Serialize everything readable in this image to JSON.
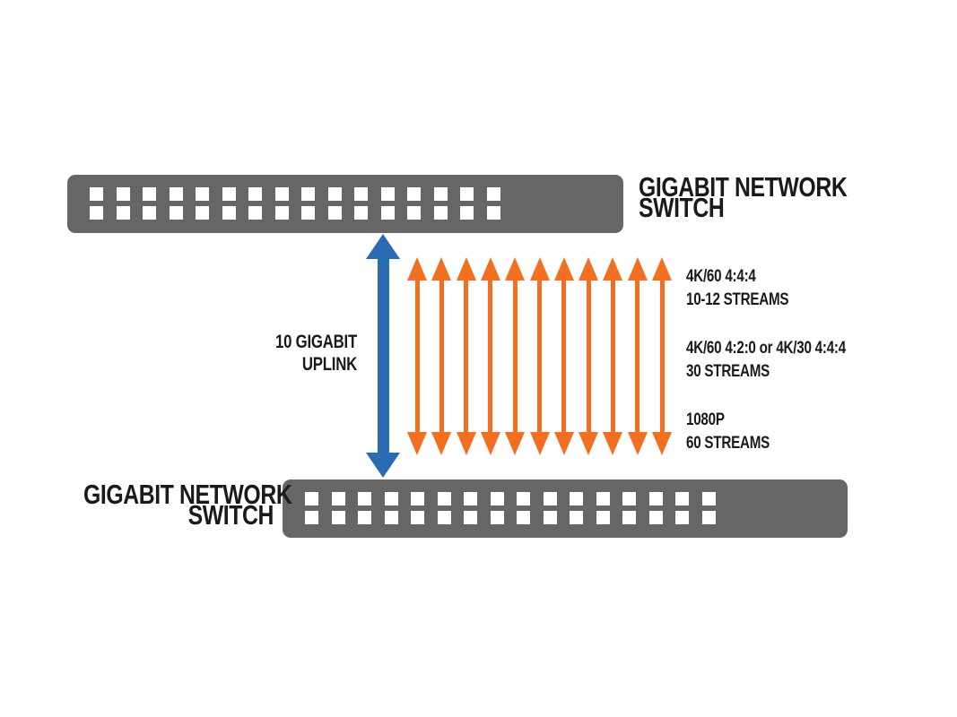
{
  "colors": {
    "background": "#FFFFFF",
    "switch_gray": "#666666",
    "port_white": "#FFFFFF",
    "uplink_blue": "#2A6BB4",
    "stream_orange": "#F26F21",
    "text_black": "#1A1A1A"
  },
  "top_switch": {
    "label_line1": "GIGABIT NETWORK",
    "label_line2": "SWITCH",
    "port_columns": 16,
    "port_rows": 2
  },
  "bottom_switch": {
    "label_line1": "GIGABIT NETWORK",
    "label_line2": "SWITCH",
    "port_columns": 16,
    "port_rows": 2
  },
  "uplink": {
    "label_line1": "10 GIGABIT",
    "label_line2": "UPLINK"
  },
  "streams": {
    "arrow_count": 11,
    "annotations": [
      {
        "line1": "4K/60 4:4:4",
        "line2": "10-12 STREAMS"
      },
      {
        "line1": "4K/60 4:2:0 or 4K/30 4:4:4",
        "line2": "30 STREAMS"
      },
      {
        "line1": "1080P",
        "line2": "60 STREAMS"
      }
    ]
  }
}
